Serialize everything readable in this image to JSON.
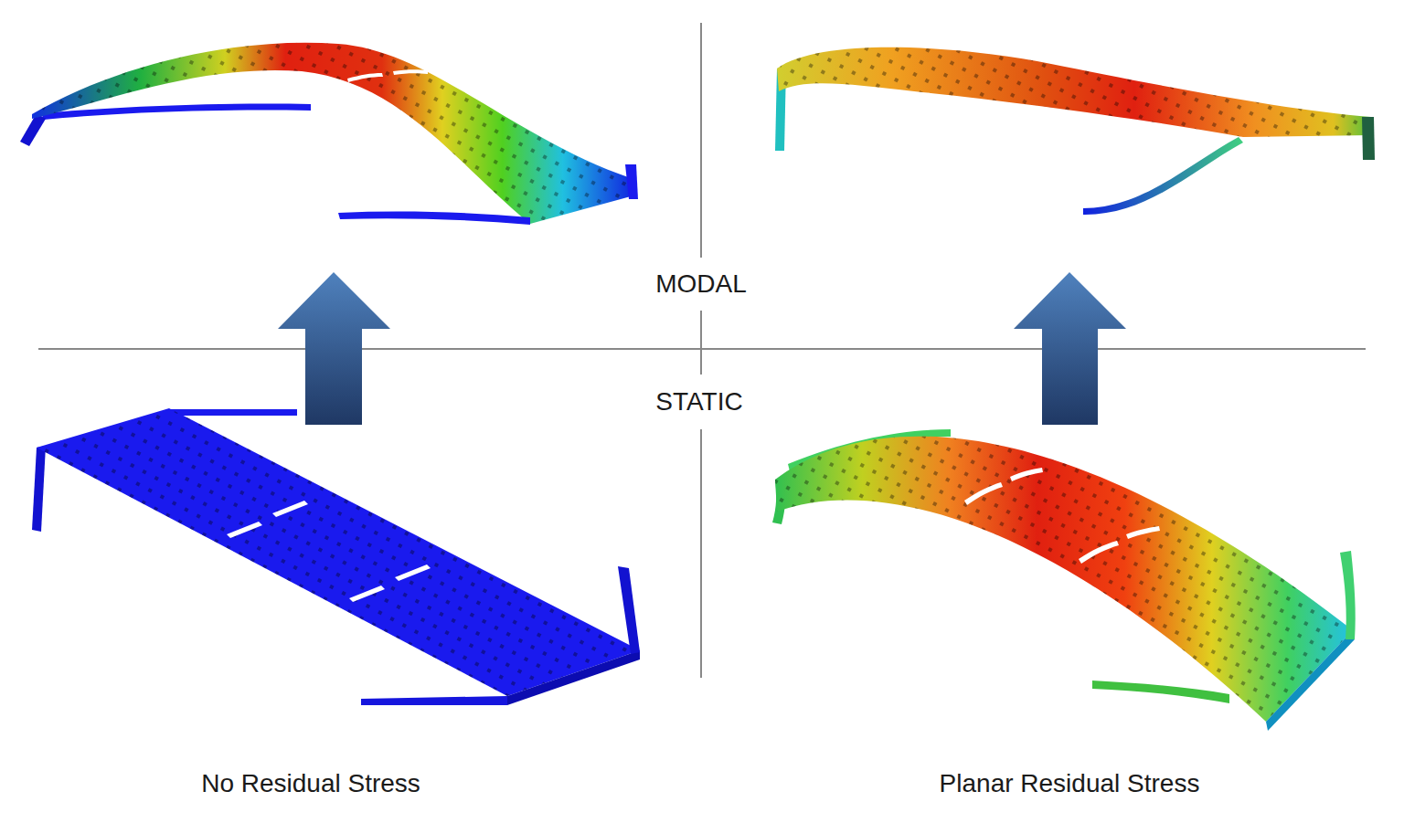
{
  "diagram": {
    "labels": [
      "MODAL",
      "STATIC",
      "No Residual Stress",
      "Planar Residual Stress"
    ]
  }
}
